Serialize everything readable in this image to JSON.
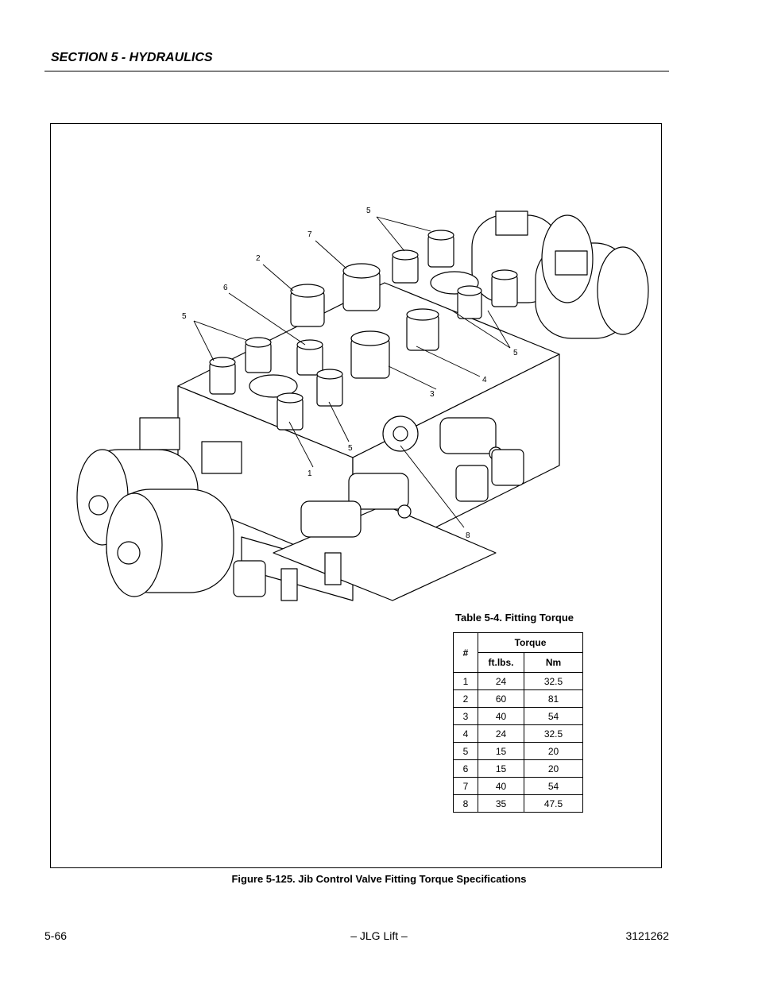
{
  "header": {
    "section_title": "SECTION 5 - HYDRAULICS"
  },
  "figure": {
    "callouts": [
      "5",
      "7",
      "2",
      "6",
      "5",
      "5",
      "4",
      "3",
      "5",
      "1",
      "8"
    ],
    "caption": "Figure 5-125.  Jib Control Valve Fitting Torque Specifications"
  },
  "table": {
    "title": "Table 5-4. Fitting Torque",
    "col_hash": "#",
    "col_torque": "Torque",
    "col_ftlbs": "ft.lbs.",
    "col_nm": "Nm",
    "rows": [
      {
        "num": "1",
        "ftlbs": "24",
        "nm": "32.5"
      },
      {
        "num": "2",
        "ftlbs": "60",
        "nm": "81"
      },
      {
        "num": "3",
        "ftlbs": "40",
        "nm": "54"
      },
      {
        "num": "4",
        "ftlbs": "24",
        "nm": "32.5"
      },
      {
        "num": "5",
        "ftlbs": "15",
        "nm": "20"
      },
      {
        "num": "6",
        "ftlbs": "15",
        "nm": "20"
      },
      {
        "num": "7",
        "ftlbs": "40",
        "nm": "54"
      },
      {
        "num": "8",
        "ftlbs": "35",
        "nm": "47.5"
      }
    ]
  },
  "footer": {
    "page_number": "5-66",
    "center_text": "– JLG Lift –",
    "doc_number": "3121262"
  }
}
